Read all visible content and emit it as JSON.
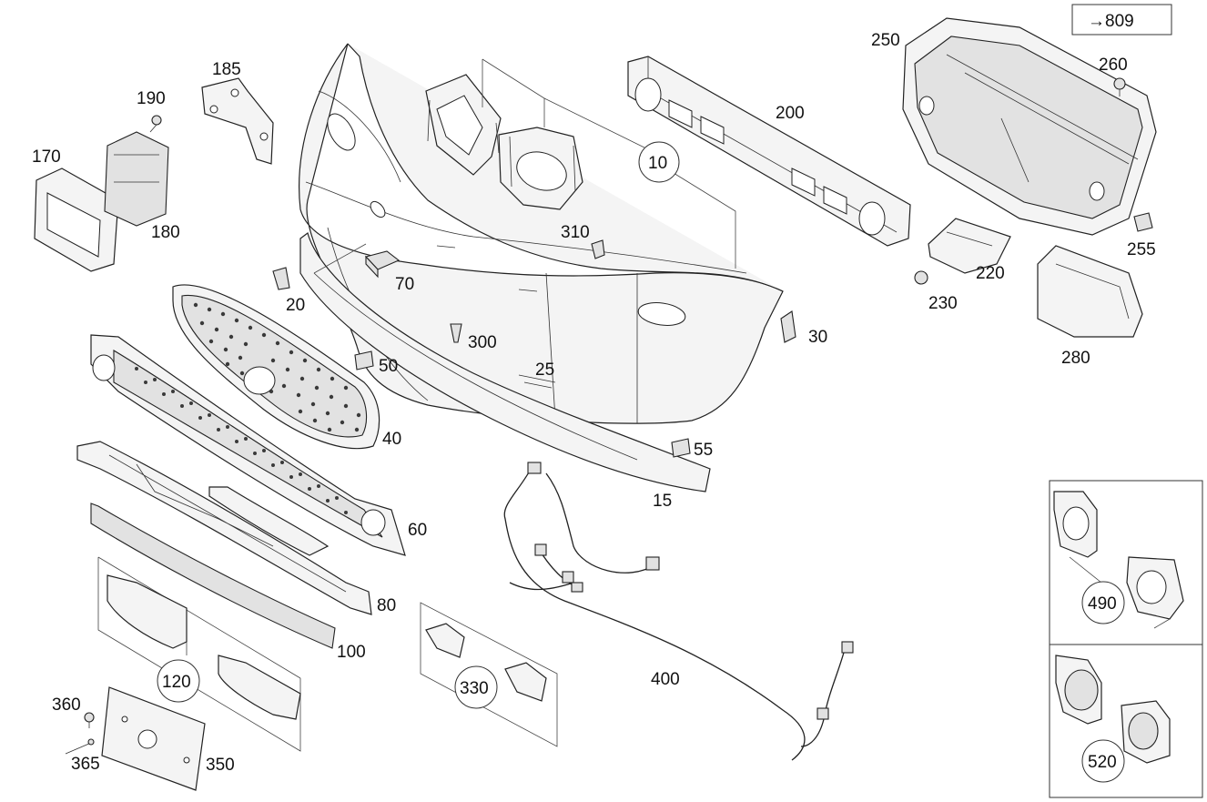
{
  "reference": {
    "arrow": "→",
    "value": "809"
  },
  "labels": {
    "p10": "10",
    "p15": "15",
    "p20": "20",
    "p25": "25",
    "p30": "30",
    "p40": "40",
    "p50": "50",
    "p55": "55",
    "p60": "60",
    "p70": "70",
    "p80": "80",
    "p100": "100",
    "p120": "120",
    "p170": "170",
    "p180": "180",
    "p185": "185",
    "p190": "190",
    "p200": "200",
    "p220": "220",
    "p230": "230",
    "p250": "250",
    "p255": "255",
    "p260": "260",
    "p280": "280",
    "p300": "300",
    "p310": "310",
    "p330": "330",
    "p350": "350",
    "p360": "360",
    "p365": "365",
    "p400": "400",
    "p490": "490",
    "p520": "520"
  }
}
